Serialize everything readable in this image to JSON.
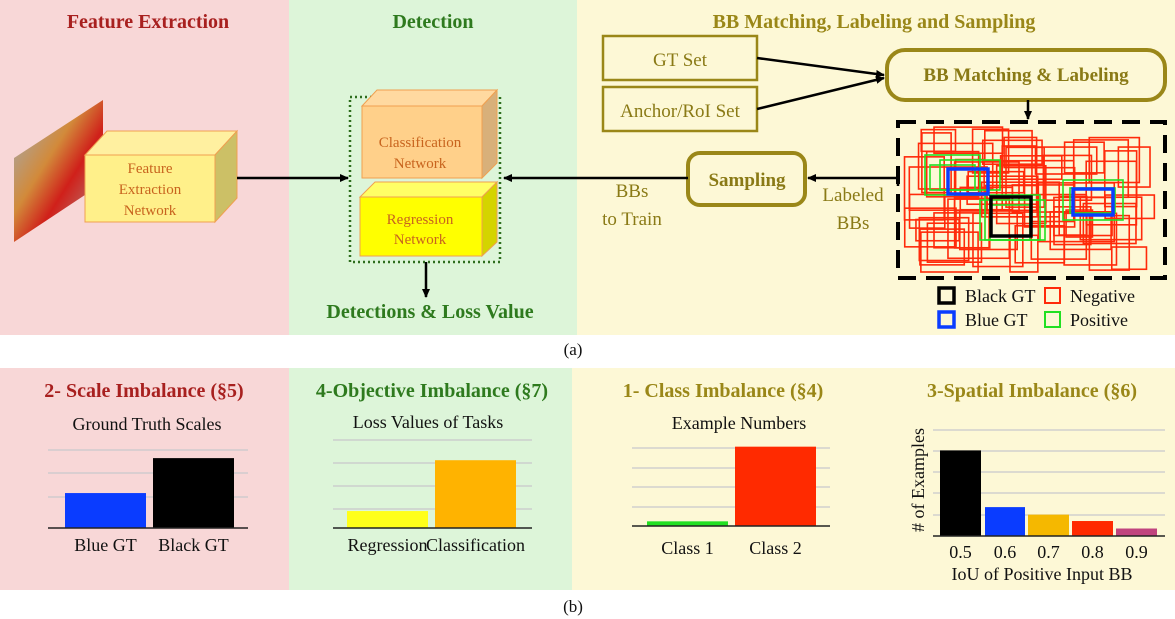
{
  "colors": {
    "feature_bg": "#f8d7d7",
    "detection_bg": "#ddf5d9",
    "matching_bg": "#fdf8d6",
    "feature_title": "#a8201f",
    "detection_title": "#2e7a1e",
    "matching_title": "#9a8718",
    "negative": "#ff2a0a",
    "positive": "#22e022",
    "blue_gt": "#0a3cff",
    "black_gt": "#000000"
  },
  "part_a": {
    "caption": "(a)",
    "feature_extraction": {
      "title": "Feature Extraction",
      "network_lines": [
        "Feature",
        "Extraction",
        "Network"
      ]
    },
    "detection": {
      "title": "Detection",
      "classification_lines": [
        "Classification",
        "Network"
      ],
      "regression_lines": [
        "Regression",
        "Network"
      ],
      "output": "Detections & Loss Value"
    },
    "matching": {
      "title": "BB Matching, Labeling and Sampling",
      "gt_set": "GT Set",
      "anchor_set": "Anchor/RoI Set",
      "matching_box": "BB Matching & Labeling",
      "sampling_box": "Sampling",
      "labeled_lines": [
        "Labeled",
        "BBs"
      ],
      "to_train_lines": [
        "BBs",
        "to Train"
      ],
      "legend": {
        "black_gt": "Black GT",
        "blue_gt": "Blue GT",
        "negative": "Negative",
        "positive": "Positive"
      }
    }
  },
  "part_b": {
    "caption": "(b)",
    "titles": {
      "scale": "2- Scale Imbalance (§5)",
      "objective": "4-Objective Imbalance (§7)",
      "class": "1- Class Imbalance (§4)",
      "spatial": "3-Spatial Imbalance (§6)"
    }
  },
  "chart_data": [
    {
      "type": "bar",
      "title": "Ground Truth Scales",
      "categories": [
        "Blue GT",
        "Black GT"
      ],
      "values": [
        1.35,
        2.7
      ],
      "colors": [
        "#0a3cff",
        "#000000"
      ],
      "ylim": [
        0,
        3.4
      ],
      "grid": true
    },
    {
      "type": "bar",
      "title": "Loss Values of Tasks",
      "categories": [
        "Regression",
        "Classification"
      ],
      "values": [
        0.7,
        2.8
      ],
      "colors": [
        "#ffff1a",
        "#ffb300"
      ],
      "ylim": [
        0,
        3.8
      ],
      "grid": true
    },
    {
      "type": "bar",
      "title": "Example Numbers",
      "categories": [
        "Class 1",
        "Class 2"
      ],
      "values": [
        0.2,
        3.4
      ],
      "colors": [
        "#22e022",
        "#ff2a00"
      ],
      "ylim": [
        0,
        3.6
      ],
      "grid": true
    },
    {
      "type": "bar",
      "title": "",
      "categories": [
        "0.5",
        "0.6",
        "0.7",
        "0.8",
        "0.9"
      ],
      "values": [
        4.0,
        1.35,
        1.0,
        0.7,
        0.35
      ],
      "colors": [
        "#000000",
        "#0a3cff",
        "#f5b800",
        "#ff2a00",
        "#c0447e"
      ],
      "xlabel": "IoU of Positive Input BB",
      "ylabel": "# of Examples",
      "ylim": [
        0,
        5
      ],
      "grid": true
    }
  ]
}
